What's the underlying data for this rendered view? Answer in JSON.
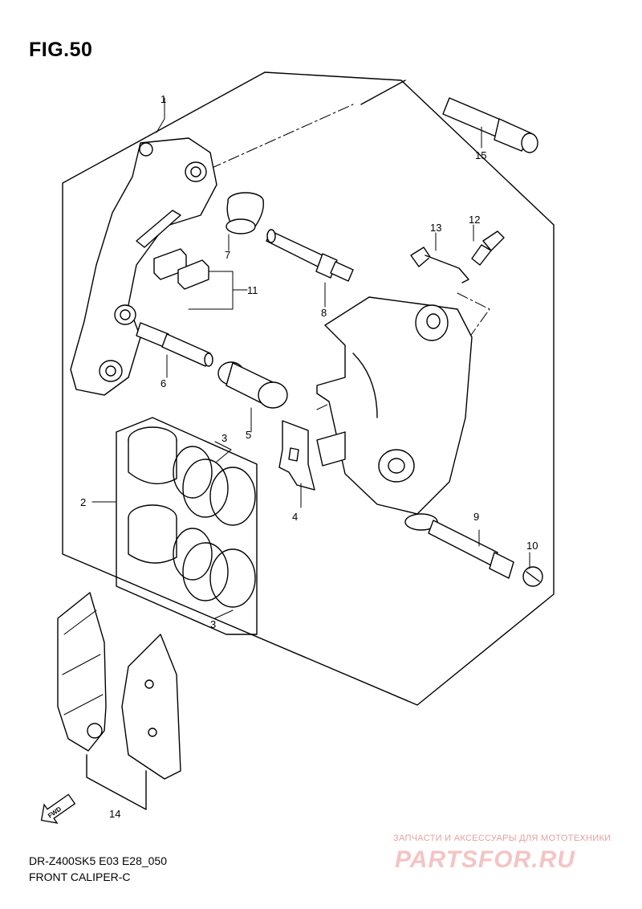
{
  "figure": {
    "title": "FIG.50"
  },
  "callouts": {
    "c1": "1",
    "c2": "2",
    "c3a": "3",
    "c3b": "3",
    "c4": "4",
    "c5": "5",
    "c6": "6",
    "c7": "7",
    "c8": "8",
    "c9": "9",
    "c10": "10",
    "c11": "11",
    "c12": "12",
    "c13": "13",
    "c14": "14",
    "c15": "15"
  },
  "fwd_label": "FWD",
  "footer": {
    "model": "DR-Z400SK5 E03 E28_050",
    "name": "FRONT CALIPER-C"
  },
  "watermark": {
    "tagline": "ЗАПЧАСТИ И АКСЕССУАРЫ ДЛЯ МОТОТЕХНИКИ",
    "site": "PARTSFOR.RU"
  }
}
